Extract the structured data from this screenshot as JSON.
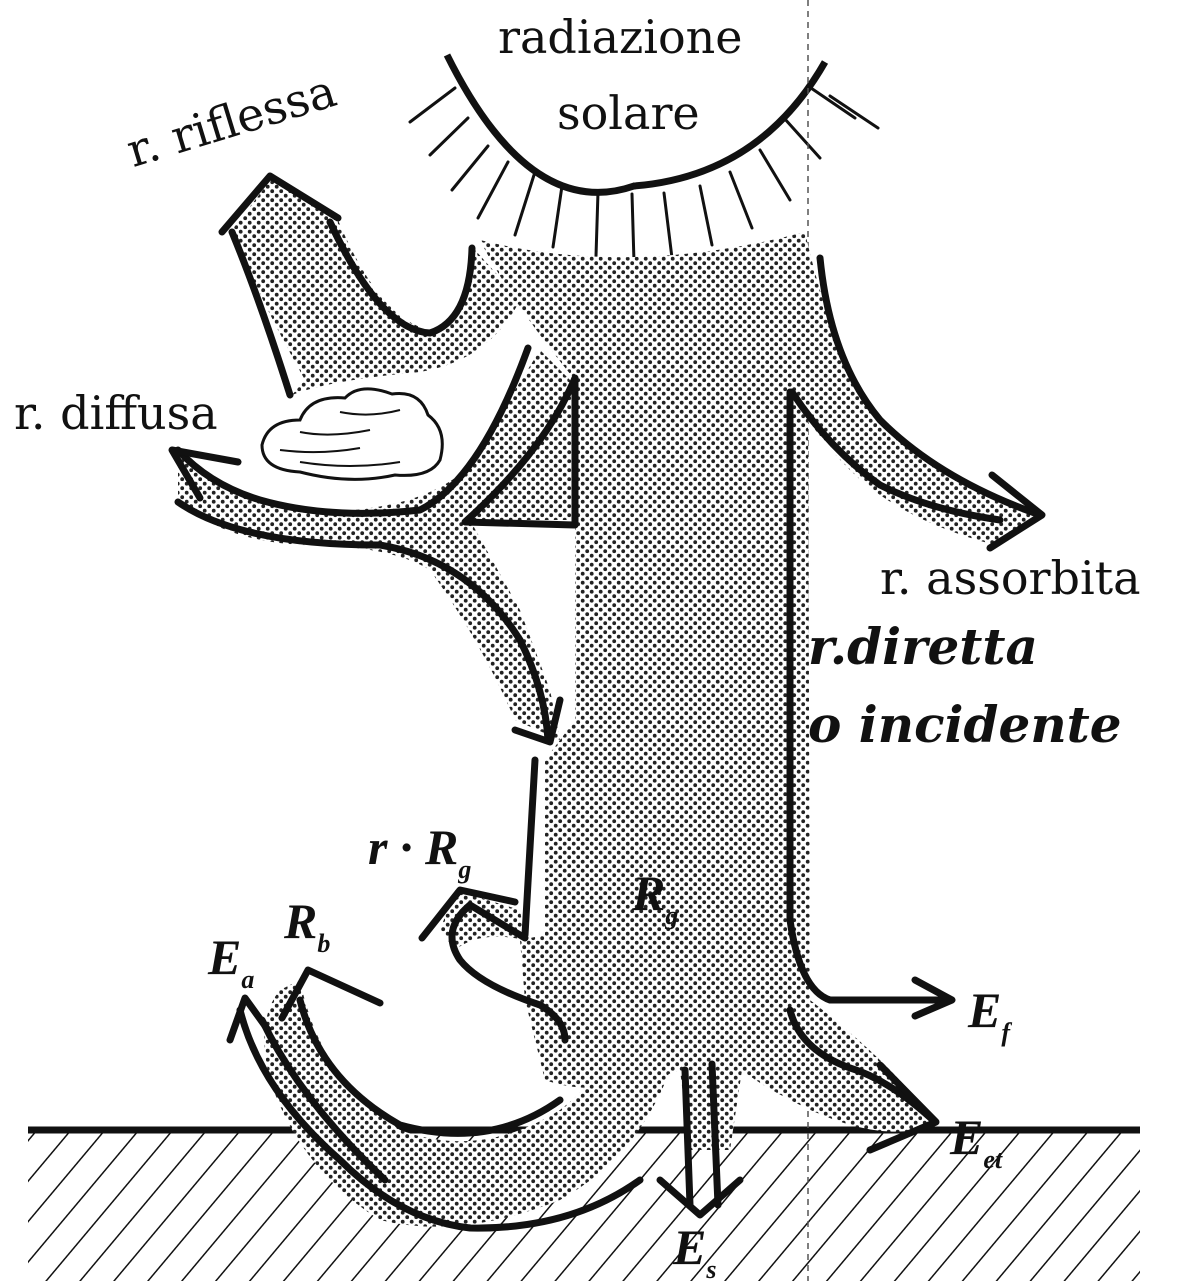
{
  "labels": {
    "sun_line1": "radiazione",
    "sun_line2": "solare",
    "reflected": "r. riflessa",
    "diffuse": "r. diffusa",
    "absorbed": "r. assorbita",
    "direct_line1": "r.diretta",
    "direct_line2": "o incidente"
  },
  "symbols": {
    "r_rg_prefix": "r ·",
    "rg_main": "R",
    "rg_sub": "g",
    "rg_main2": "R",
    "rg_sub2": "g",
    "rb_main": "R",
    "rb_sub": "b",
    "ea_main": "E",
    "ea_sub": "a",
    "ef_main": "E",
    "ef_sub": "f",
    "eet_main": "E",
    "eet_sub": "et",
    "es_main": "E",
    "es_sub": "s"
  },
  "colors": {
    "ink": "#111111",
    "background": "#ffffff",
    "stipple": "#222222"
  }
}
